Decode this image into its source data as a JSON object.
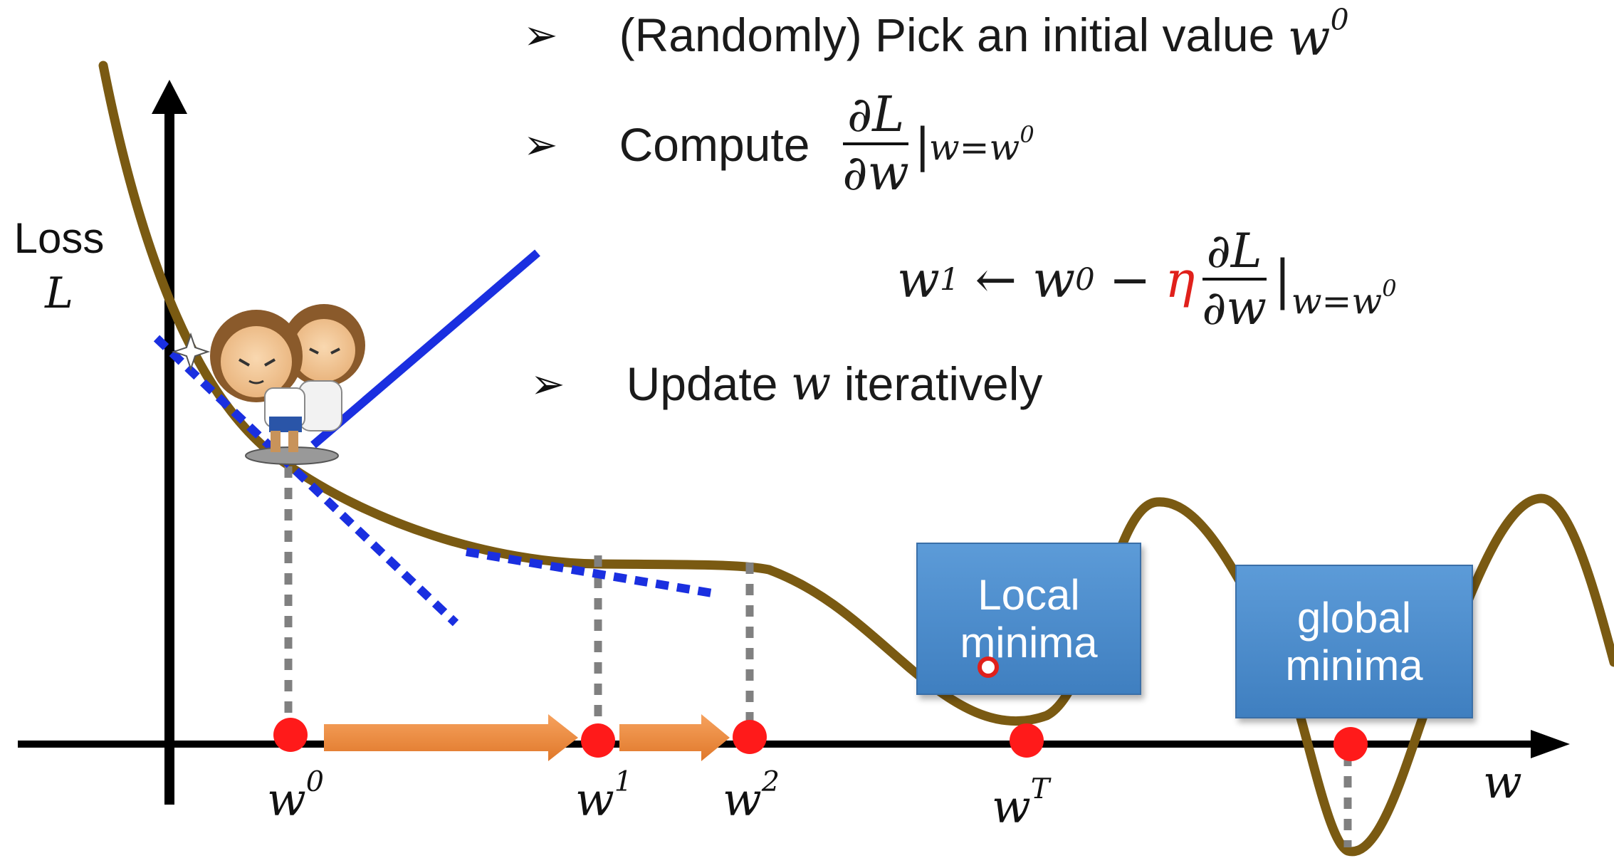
{
  "bullets": {
    "step1": {
      "text": "(Randomly) Pick an initial value ",
      "var": "w",
      "sup": "0"
    },
    "step2": {
      "text": "Compute",
      "num": "∂L",
      "den": "∂w",
      "eval_var": "w=w",
      "eval_sup": "0"
    },
    "step3": {
      "text_before": "Update ",
      "var": "w",
      "text_after": " iteratively"
    }
  },
  "update_rule": {
    "lhs_var": "w",
    "lhs_sup": "1",
    "arrow": "←",
    "rhs_var": "w",
    "rhs_sup": "0",
    "minus": "−",
    "eta": "η",
    "num": "∂L",
    "den": "∂w",
    "eval_var": "w=w",
    "eval_sup": "0"
  },
  "axis": {
    "y_label_line1": "Loss",
    "y_label_line2": "L",
    "x_label": "w"
  },
  "ticks": [
    {
      "var": "w",
      "sup": "0"
    },
    {
      "var": "w",
      "sup": "1"
    },
    {
      "var": "w",
      "sup": "2"
    },
    {
      "var": "w",
      "sup": "T"
    }
  ],
  "callouts": {
    "local": {
      "line1": "Local",
      "line2": "minima"
    },
    "global": {
      "line1": "global",
      "line2": "minima"
    }
  },
  "colors": {
    "curve": "#7a5a12",
    "tangent": "#1a2fe0",
    "point": "#ff1a1a",
    "step_arrow": "#f0883a",
    "guide": "#808080",
    "callout": "#4a8bcf",
    "eta": "#e0201b"
  },
  "icons": {
    "mascot": "monkey-mascot-icon",
    "bullet": "bullet-arrow-icon"
  }
}
